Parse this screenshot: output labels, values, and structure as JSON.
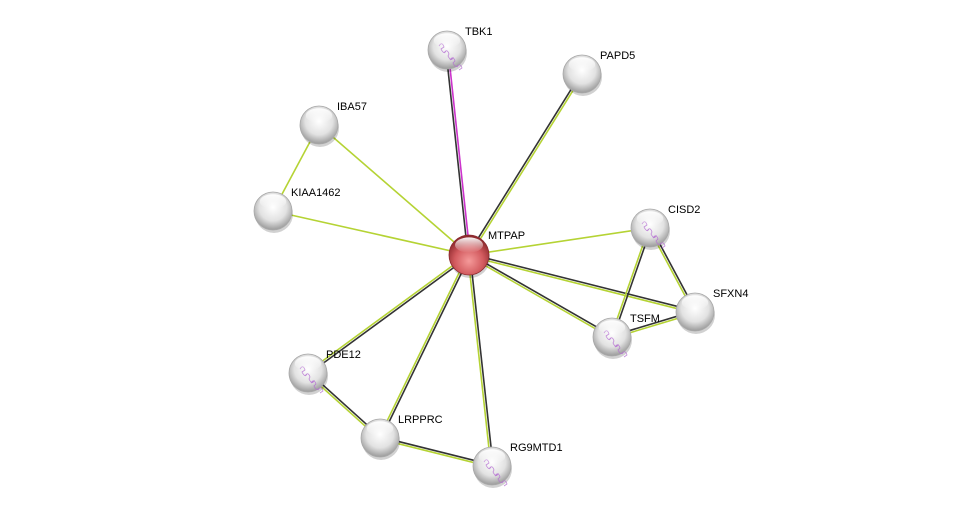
{
  "network": {
    "center_node": "MTPAP",
    "nodes": [
      {
        "id": "MTPAP",
        "label": "MTPAP",
        "color": "#d9555b",
        "structure": false
      },
      {
        "id": "TBK1",
        "label": "TBK1",
        "color": "#e6e6e6",
        "structure": true
      },
      {
        "id": "PAPD5",
        "label": "PAPD5",
        "color": "#e6e6e6",
        "structure": false
      },
      {
        "id": "IBA57",
        "label": "IBA57",
        "color": "#e6e6e6",
        "structure": false
      },
      {
        "id": "KIAA1462",
        "label": "KIAA1462",
        "color": "#e6e6e6",
        "structure": false
      },
      {
        "id": "CISD2",
        "label": "CISD2",
        "color": "#e6e6e6",
        "structure": true
      },
      {
        "id": "SFXN4",
        "label": "SFXN4",
        "color": "#e6e6e6",
        "structure": false
      },
      {
        "id": "TSFM",
        "label": "TSFM",
        "color": "#e6e6e6",
        "structure": true
      },
      {
        "id": "PDE12",
        "label": "PDE12",
        "color": "#e6e6e6",
        "structure": true
      },
      {
        "id": "LRPPRC",
        "label": "LRPPRC",
        "color": "#e6e6e6",
        "structure": false
      },
      {
        "id": "RG9MTD1",
        "label": "RG9MTD1",
        "color": "#e6e6e6",
        "structure": true
      }
    ],
    "edges": [
      {
        "source": "MTPAP",
        "target": "TBK1",
        "evidence_colors": [
          "#333333",
          "#cc33cc"
        ]
      },
      {
        "source": "MTPAP",
        "target": "PAPD5",
        "evidence_colors": [
          "#333333",
          "#b5d334"
        ]
      },
      {
        "source": "MTPAP",
        "target": "IBA57",
        "evidence_colors": [
          "#b5d334"
        ]
      },
      {
        "source": "IBA57",
        "target": "KIAA1462",
        "evidence_colors": [
          "#b5d334"
        ]
      },
      {
        "source": "MTPAP",
        "target": "KIAA1462",
        "evidence_colors": [
          "#b5d334"
        ]
      },
      {
        "source": "MTPAP",
        "target": "CISD2",
        "evidence_colors": [
          "#b5d334"
        ]
      },
      {
        "source": "MTPAP",
        "target": "SFXN4",
        "evidence_colors": [
          "#333333",
          "#b5d334"
        ]
      },
      {
        "source": "MTPAP",
        "target": "TSFM",
        "evidence_colors": [
          "#333333",
          "#b5d334"
        ]
      },
      {
        "source": "CISD2",
        "target": "TSFM",
        "evidence_colors": [
          "#333333",
          "#b5d334"
        ]
      },
      {
        "source": "CISD2",
        "target": "SFXN4",
        "evidence_colors": [
          "#333333",
          "#b5d334"
        ]
      },
      {
        "source": "TSFM",
        "target": "SFXN4",
        "evidence_colors": [
          "#333333",
          "#b5d334"
        ]
      },
      {
        "source": "MTPAP",
        "target": "PDE12",
        "evidence_colors": [
          "#333333",
          "#b5d334"
        ]
      },
      {
        "source": "MTPAP",
        "target": "LRPPRC",
        "evidence_colors": [
          "#333333",
          "#b5d334"
        ]
      },
      {
        "source": "MTPAP",
        "target": "RG9MTD1",
        "evidence_colors": [
          "#333333",
          "#b5d334"
        ]
      },
      {
        "source": "PDE12",
        "target": "LRPPRC",
        "evidence_colors": [
          "#333333",
          "#b5d334"
        ]
      },
      {
        "source": "LRPPRC",
        "target": "RG9MTD1",
        "evidence_colors": [
          "#333333",
          "#b5d334"
        ]
      }
    ]
  }
}
